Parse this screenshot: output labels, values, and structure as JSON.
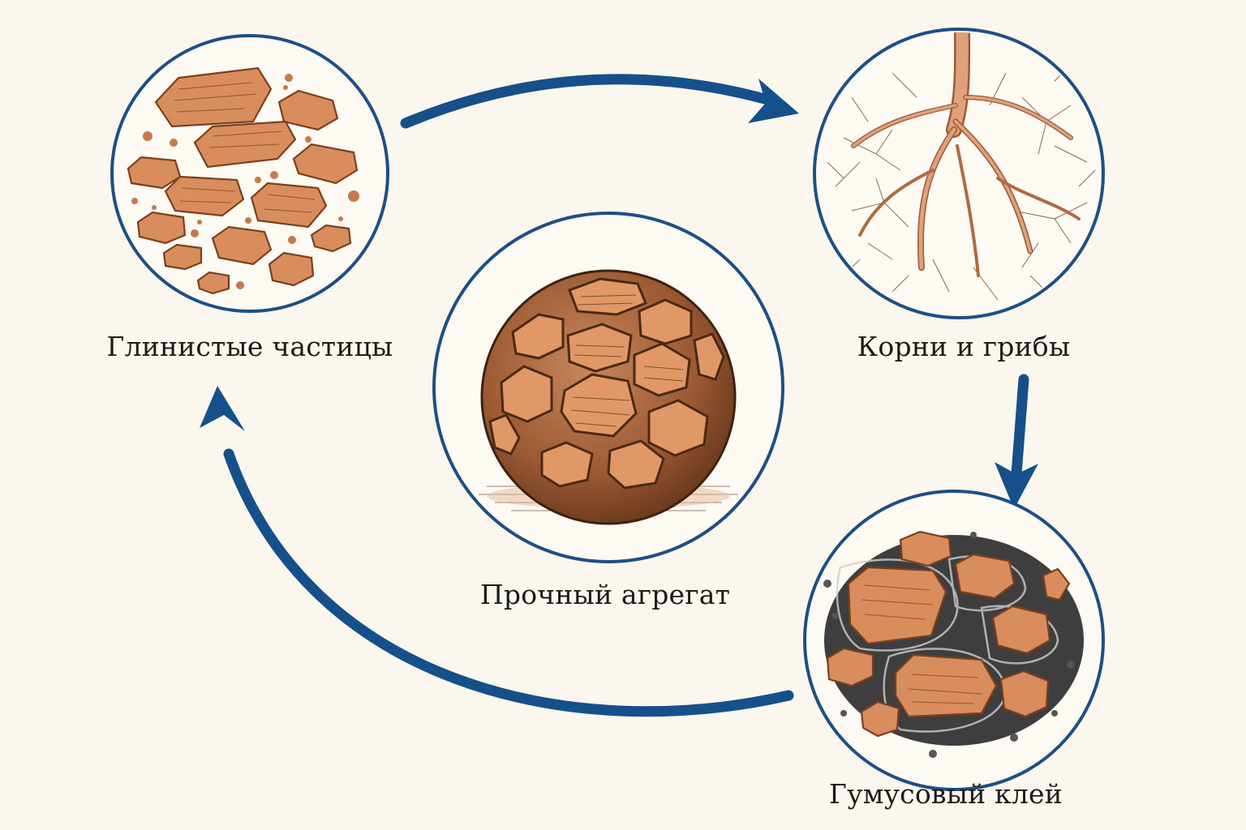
{
  "colors": {
    "background": "#fbf7ee",
    "ring": "#1c4f86",
    "arrow": "#16508a",
    "clay": "#d98d5c",
    "clay_dark": "#8a4a25",
    "humus": "#3b3b3b",
    "root": "#d99a72"
  },
  "nodes": {
    "clay": {
      "label": "Глинистые частицы",
      "icon": "clay-particles-illustration"
    },
    "roots": {
      "label": "Корни и грибы",
      "icon": "roots-and-fungi-illustration"
    },
    "humus": {
      "label": "Гумусовый клей",
      "icon": "humus-glue-illustration"
    },
    "aggregate": {
      "label": "Прочный агрегат",
      "icon": "soil-aggregate-illustration"
    }
  },
  "edges": [
    {
      "from": "clay",
      "to": "roots"
    },
    {
      "from": "roots",
      "to": "humus"
    },
    {
      "from": "humus",
      "to": "clay"
    }
  ]
}
